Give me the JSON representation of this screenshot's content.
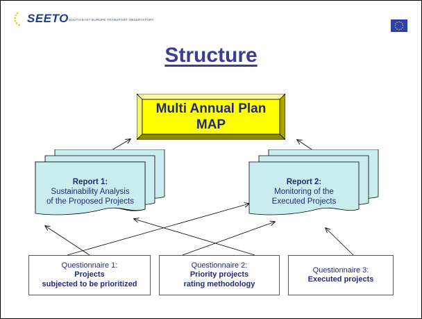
{
  "header": {
    "logo_text": "SEETO",
    "logo_subtitle": "SOUTH-EAST EUROPE TRANSPORT OBSERVATORY"
  },
  "title": "Structure",
  "map": {
    "line1": "Multi Annual Plan",
    "line2": "MAP"
  },
  "reports": [
    {
      "title": "Report 1:",
      "line1": "Sustainability Analysis",
      "line2": "of the Proposed Projects"
    },
    {
      "title": "Report 2:",
      "line1": "Monitoring of the",
      "line2": "Executed Projects"
    }
  ],
  "questionnaires": [
    {
      "label": "Questionnaire 1:",
      "bold1": "Projects",
      "bold2": "subjected to be prioritized"
    },
    {
      "label": "Questionnaire 2:",
      "bold1": "Priority projects",
      "bold2": "rating methodology"
    },
    {
      "label": "Questionnaire 3:",
      "bold1": "Executed projects",
      "bold2": ""
    }
  ],
  "colors": {
    "map_fill": "#ffff00",
    "report_fill": "#c9ecef",
    "title_color": "#3b3d8f",
    "text_color": "#1f2b7a"
  }
}
